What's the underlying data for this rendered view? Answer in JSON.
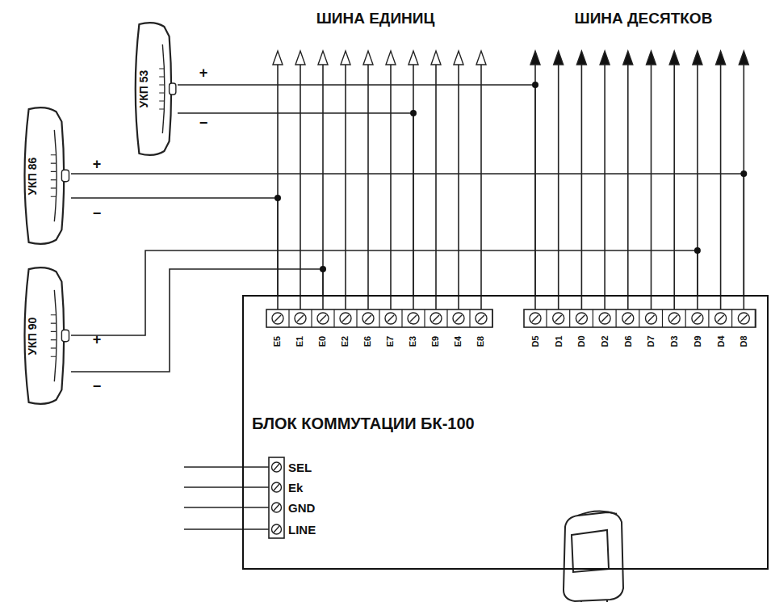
{
  "diagram": {
    "nodes": [
      {
        "text": [
          "УКП 53"
        ]
      },
      {
        "text": [
          "УКП 86"
        ]
      },
      {
        "text": [
          "УКП 90"
        ]
      },
      {
        "text": [
          "БЛОК КОММУТАЦИИ БК-100"
        ]
      }
    ],
    "edges": [
      {
        "from": 0,
        "to": 3,
        "arrow": "none"
      },
      {
        "from": 0,
        "to": 3,
        "arrow": "none"
      },
      {
        "from": 1,
        "to": 3,
        "arrow": "none"
      },
      {
        "from": 1,
        "to": 3,
        "arrow": "none"
      },
      {
        "from": 2,
        "to": 3,
        "arrow": "none"
      },
      {
        "from": 2,
        "to": 3,
        "arrow": "none"
      }
    ],
    "labels": [
      "ШИНА ЕДИНИЦ",
      "ШИНА ДЕСЯТКОВ",
      "+",
      "−",
      "+",
      "−",
      "+",
      "−",
      "E5",
      "E1",
      "E0",
      "E2",
      "E6",
      "E7",
      "E3",
      "E9",
      "E4",
      "E8",
      "D5",
      "D1",
      "D0",
      "D2",
      "D6",
      "D7",
      "D3",
      "D9",
      "D4",
      "D8",
      "SEL",
      "Ek",
      "GND",
      "LINE"
    ]
  }
}
